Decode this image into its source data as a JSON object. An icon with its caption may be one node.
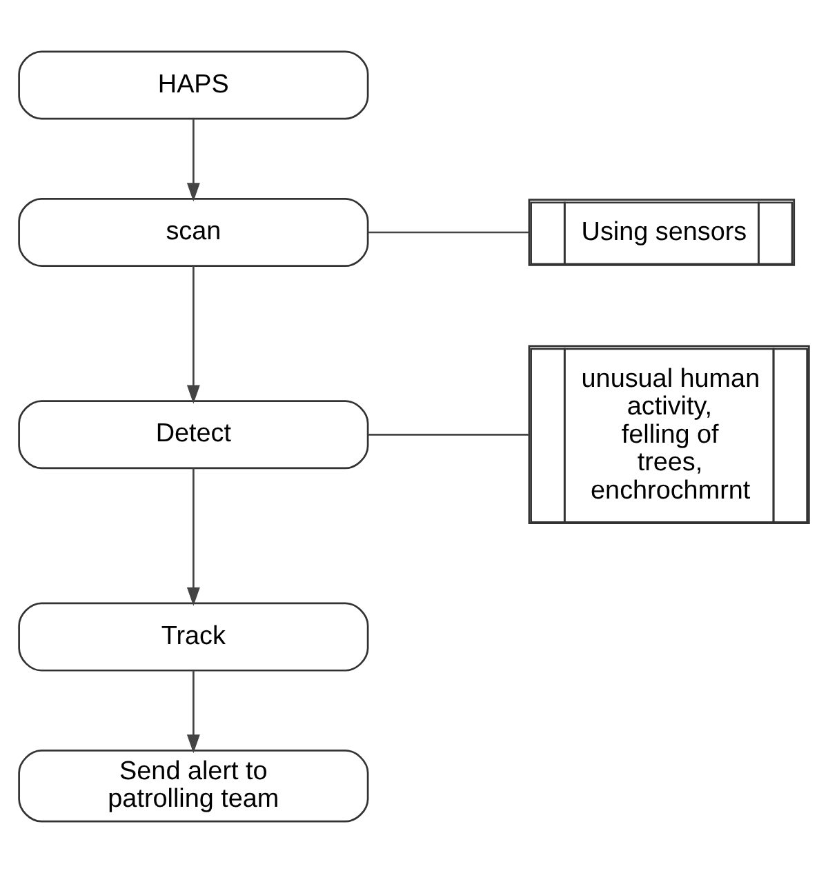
{
  "diagram": {
    "nodes": [
      {
        "text": [
          "HAPS"
        ]
      },
      {
        "text": [
          "scan"
        ]
      },
      {
        "text": [
          "Using sensors"
        ]
      },
      {
        "text": [
          "Detect"
        ]
      },
      {
        "text": [
          "unusual human activity, felling of trees, enchrochmrnt"
        ]
      },
      {
        "text": [
          "Track"
        ]
      },
      {
        "text": [
          "Send alert to patrolling team"
        ]
      }
    ],
    "edges": [
      {
        "from": 0,
        "to": 1,
        "arrow": "to"
      },
      {
        "from": 1,
        "to": 2,
        "arrow": "none"
      },
      {
        "from": 1,
        "to": 3,
        "arrow": "to"
      },
      {
        "from": 3,
        "to": 4,
        "arrow": "none"
      },
      {
        "from": 3,
        "to": 5,
        "arrow": "to"
      },
      {
        "from": 5,
        "to": 6,
        "arrow": "to"
      }
    ]
  }
}
